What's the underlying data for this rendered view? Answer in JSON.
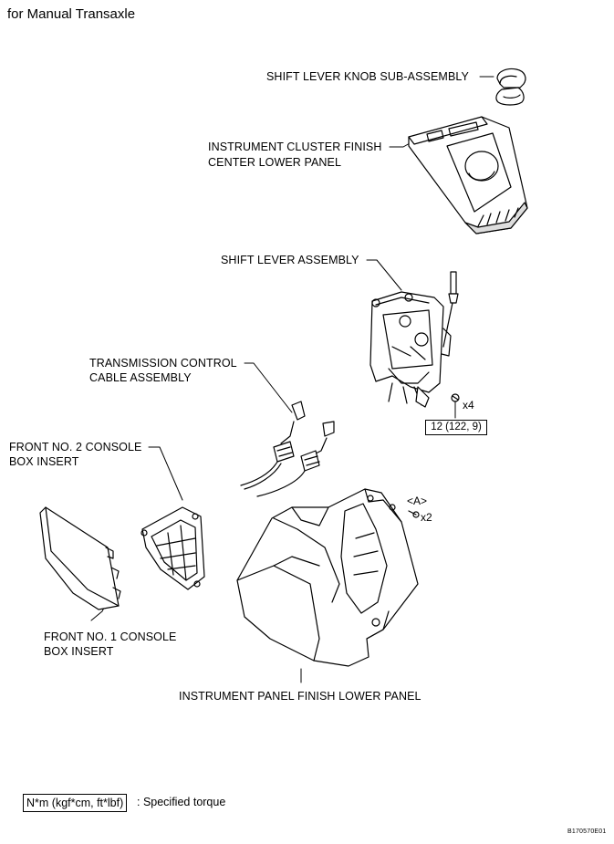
{
  "title": "for Manual Transaxle",
  "labels": {
    "shift_knob": "SHIFT LEVER KNOB SUB-ASSEMBLY",
    "cluster_panel_1": "INSTRUMENT CLUSTER FINISH",
    "cluster_panel_2": "CENTER LOWER PANEL",
    "shift_lever": "SHIFT LEVER ASSEMBLY",
    "cable_1": "TRANSMISSION CONTROL",
    "cable_2": "CABLE ASSEMBLY",
    "console2_1": "FRONT NO. 2 CONSOLE",
    "console2_2": "BOX INSERT",
    "console1_1": "FRONT NO. 1 CONSOLE",
    "console1_2": "BOX INSERT",
    "lower_panel": "INSTRUMENT PANEL FINISH LOWER PANEL"
  },
  "callouts": {
    "bolt_count": "x4",
    "torque_value": "12 (122,  9)",
    "clip_ref": "<A>",
    "clip_count": "x2"
  },
  "legend": {
    "units": "N*m (kgf*cm, ft*lbf)",
    "meaning": ": Specified torque"
  },
  "figure_code": "B170570E01"
}
